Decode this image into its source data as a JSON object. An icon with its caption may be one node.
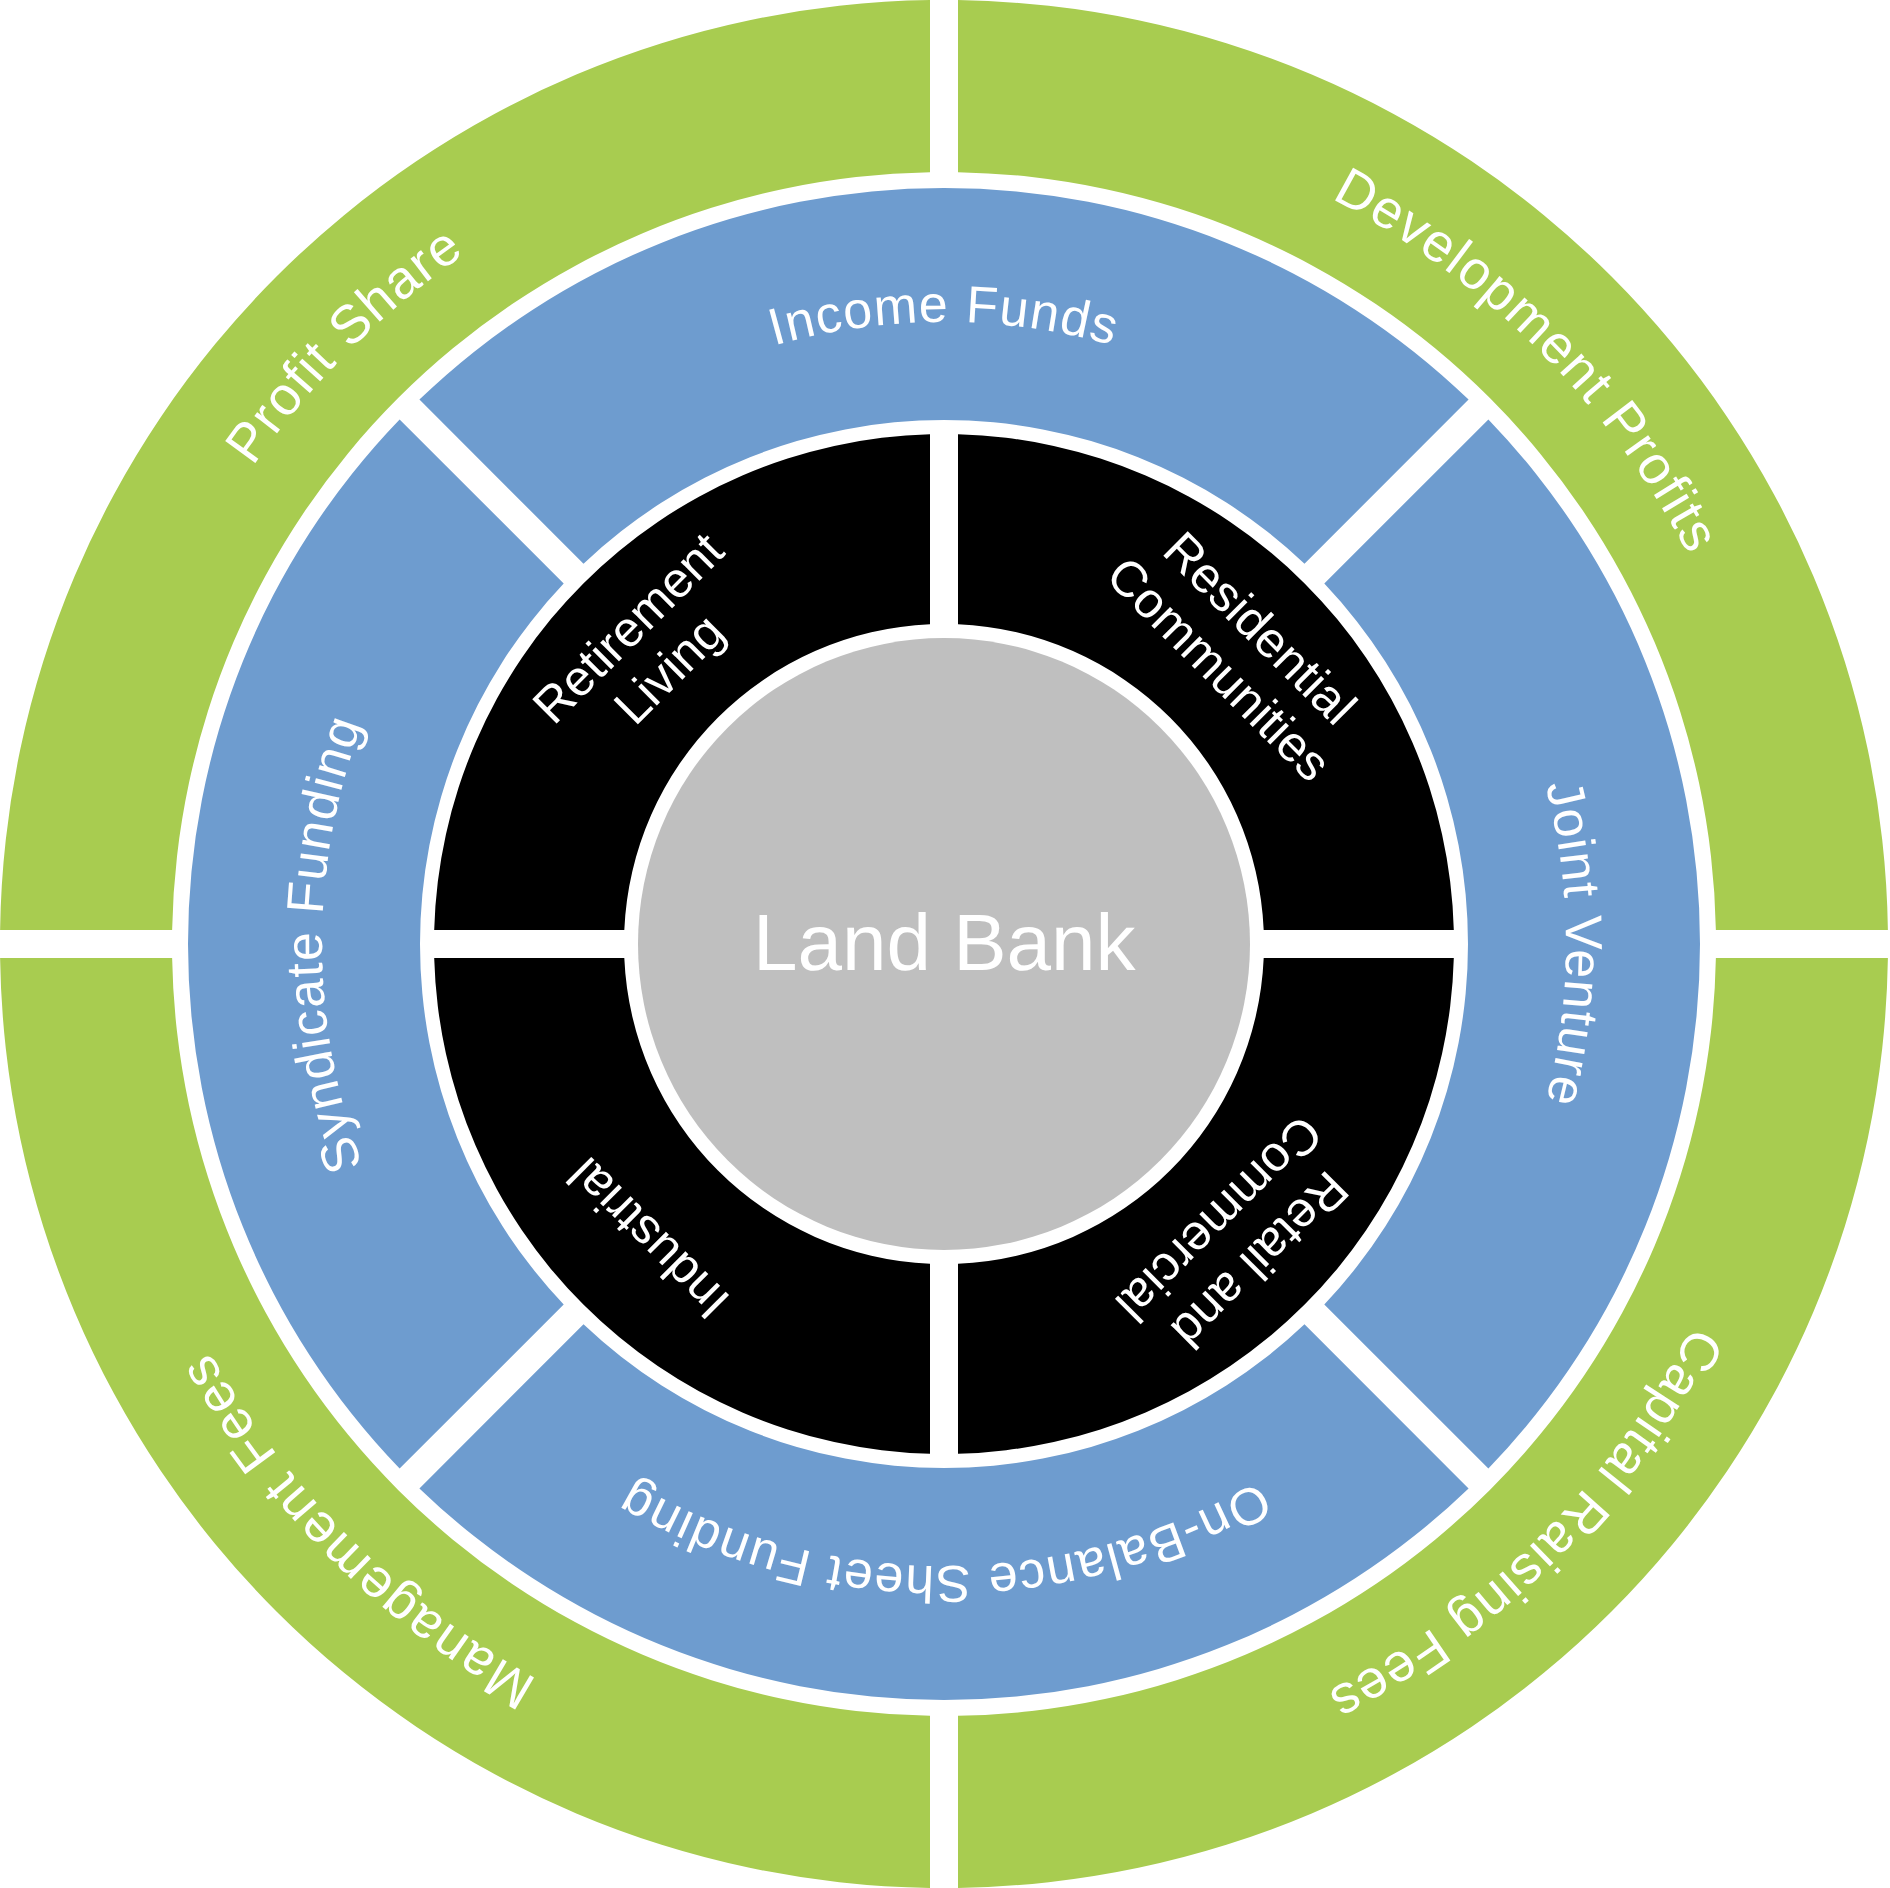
{
  "diagram": {
    "nodes": [
      {
        "text": [
          "Land Bank"
        ]
      },
      {
        "text": [
          "Retirement Living"
        ]
      },
      {
        "text": [
          "Residential Communities"
        ]
      },
      {
        "text": [
          "Retail and Commercial"
        ]
      },
      {
        "text": [
          "Industrial"
        ]
      },
      {
        "text": [
          "Income Funds"
        ]
      },
      {
        "text": [
          "Joint Venture"
        ]
      },
      {
        "text": [
          "On-Balance Sheet Funding"
        ]
      },
      {
        "text": [
          "Syndicate Funding"
        ]
      },
      {
        "text": [
          "Profit Share"
        ]
      },
      {
        "text": [
          "Development Profits"
        ]
      },
      {
        "text": [
          "Capital Raising Fees"
        ]
      },
      {
        "text": [
          "Management Fees"
        ]
      }
    ]
  }
}
